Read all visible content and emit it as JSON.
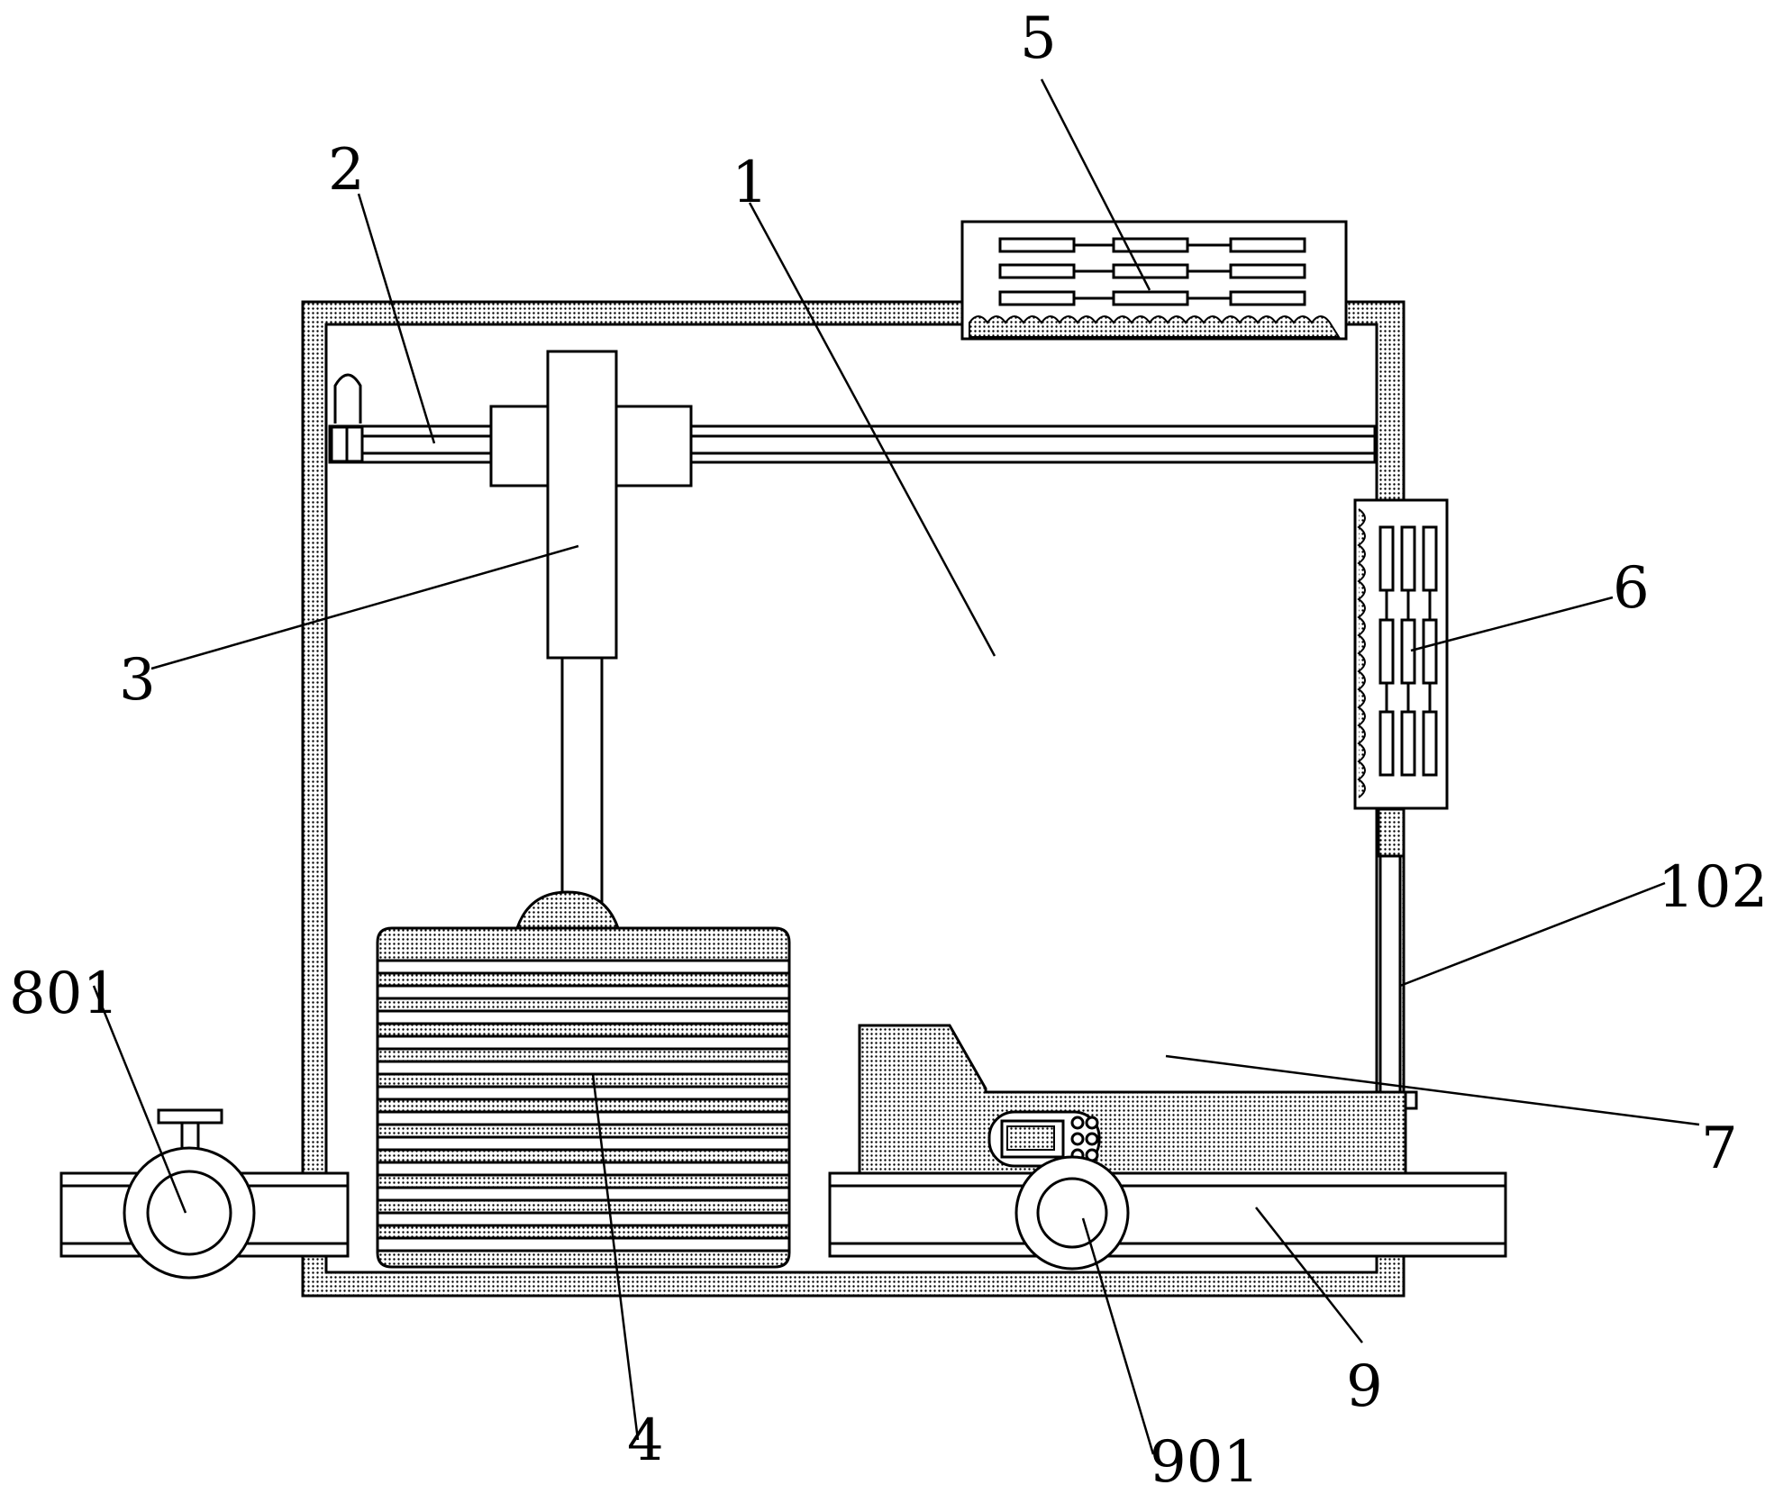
{
  "labels": {
    "l1": "1",
    "l2": "2",
    "l3": "3",
    "l4": "4",
    "l5": "5",
    "l6": "6",
    "l7": "7",
    "l9": "9",
    "l102": "102",
    "l801": "801",
    "l901": "901"
  },
  "colors": {
    "line": "#000000",
    "background": "#ffffff",
    "stipple": "#000000"
  }
}
